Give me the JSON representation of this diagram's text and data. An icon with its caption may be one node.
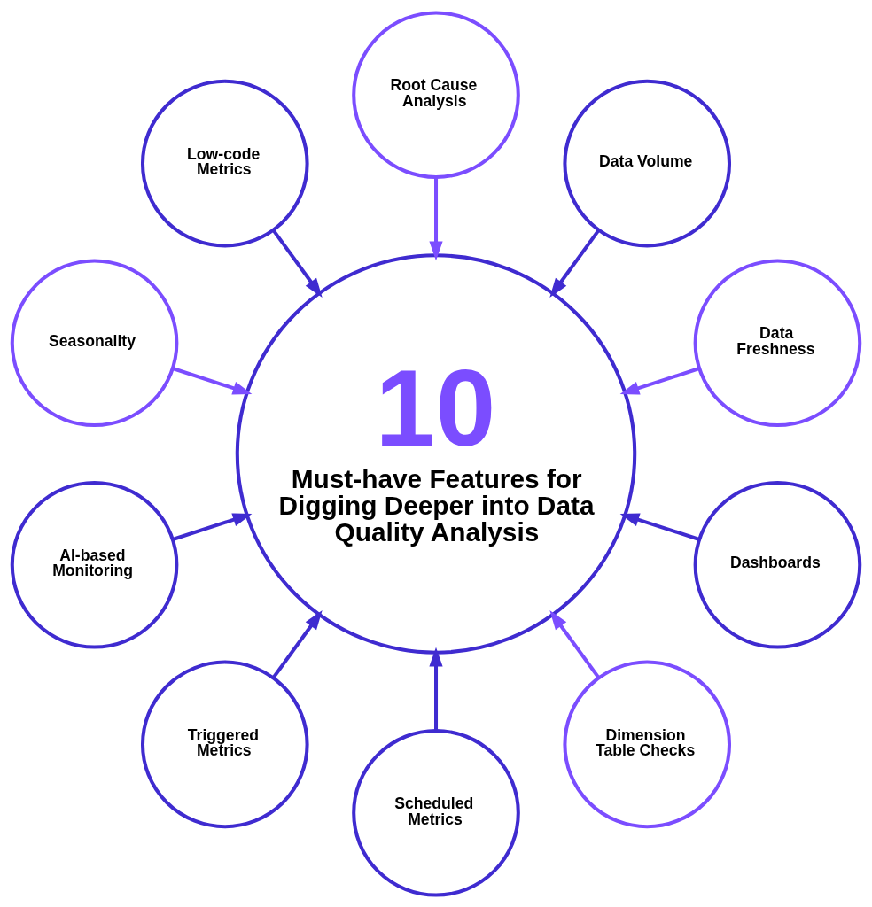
{
  "diagram": {
    "nodes": [
      {
        "text": [
          "10",
          "Must-have Features for Digging Deeper into Data Quality Analysis"
        ]
      },
      {
        "text": [
          "Data Freshness"
        ]
      },
      {
        "text": [
          "Data Volume"
        ]
      },
      {
        "text": [
          "Root Cause Analysis"
        ]
      },
      {
        "text": [
          "Low-code Metrics"
        ]
      },
      {
        "text": [
          "Seasonality"
        ]
      },
      {
        "text": [
          "AI-based Monitoring"
        ]
      },
      {
        "text": [
          "Triggered Metrics"
        ]
      },
      {
        "text": [
          "Scheduled Metrics"
        ]
      },
      {
        "text": [
          "Dimension Table Checks"
        ]
      },
      {
        "text": [
          "Dashboards"
        ]
      }
    ],
    "edges": [
      {
        "from": 1,
        "to": 0,
        "arrow": "to",
        "color": "#7b4dff"
      },
      {
        "from": 2,
        "to": 0,
        "arrow": "to"
      },
      {
        "from": 3,
        "to": 0,
        "arrow": "to",
        "color": "#7b4dff"
      },
      {
        "from": 4,
        "to": 0,
        "arrow": "to"
      },
      {
        "from": 5,
        "to": 0,
        "arrow": "to",
        "color": "#7b4dff"
      },
      {
        "from": 6,
        "to": 0,
        "arrow": "to"
      },
      {
        "from": 7,
        "to": 0,
        "arrow": "to"
      },
      {
        "from": 8,
        "to": 0,
        "arrow": "to"
      },
      {
        "from": 9,
        "to": 0,
        "arrow": "to",
        "color": "#7b4dff"
      },
      {
        "from": 10,
        "to": 0,
        "arrow": "to"
      }
    ]
  }
}
